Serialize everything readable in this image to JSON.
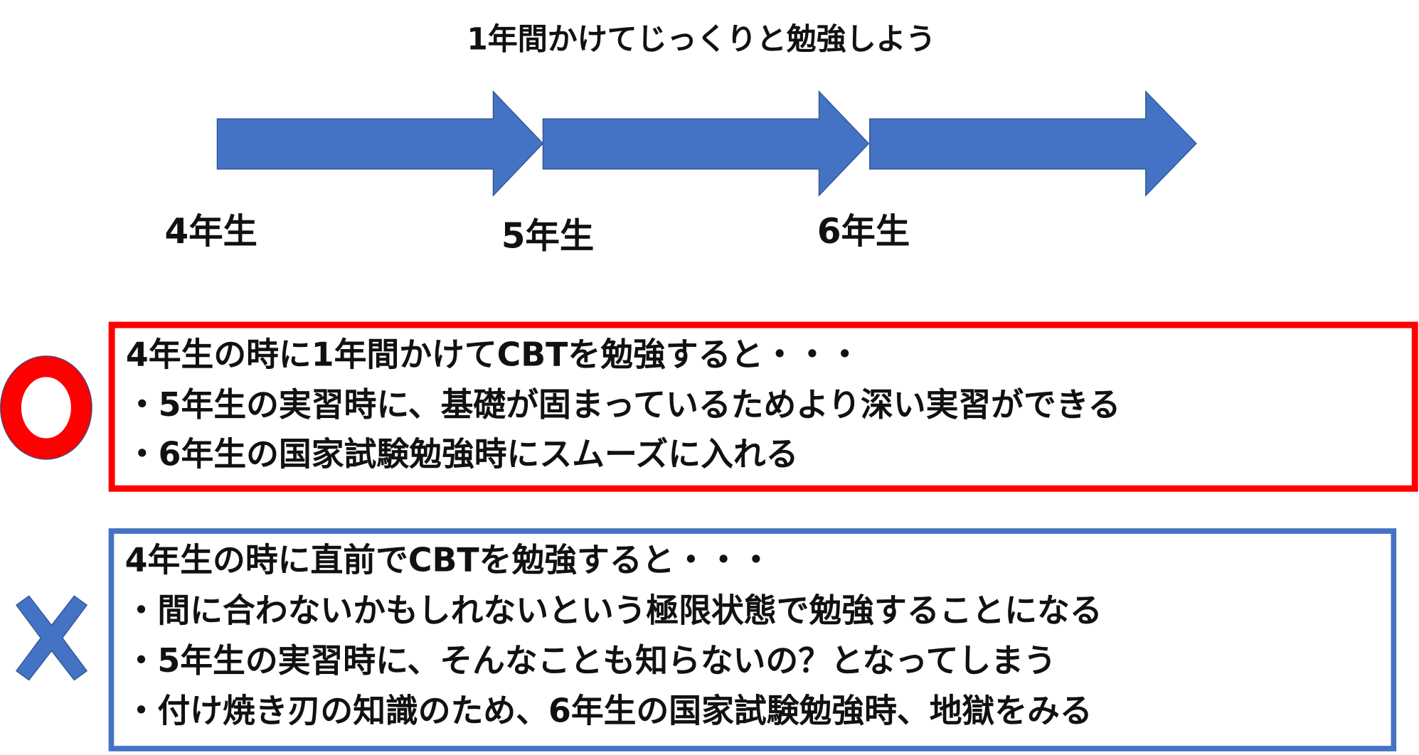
{
  "title": "1年間かけてじっくりと勉強しよう",
  "timeline": {
    "labels": [
      "4年生",
      "5年生",
      "6年生"
    ],
    "arrow_color": "#4472C4"
  },
  "good": {
    "symbol": "circle-mark",
    "color": "#FF0000",
    "lines": [
      "4年生の時に1年間かけてCBTを勉強すると・・・",
      "・5年生の実習時に、基礎が固まっているためより深い実習ができる",
      "・6年生の国家試験勉強時にスムーズに入れる"
    ]
  },
  "bad": {
    "symbol": "cross-mark",
    "color": "#4472C4",
    "lines": [
      "4年生の時に直前でCBTを勉強すると・・・",
      "・間に合わないかもしれないという極限状態で勉強することになる",
      "・5年生の実習時に、そんなことも知らないの？となってしまう",
      "・付け焼き刃の知識のため、6年生の国家試験勉強時、地獄をみる"
    ]
  }
}
